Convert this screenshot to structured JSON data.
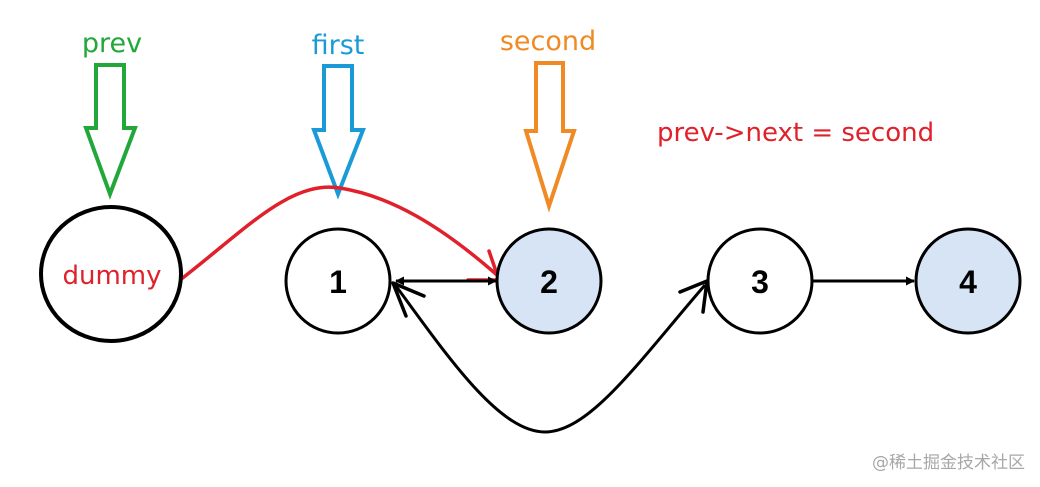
{
  "colors": {
    "prev": "#22a83a",
    "first": "#1a9bd8",
    "second": "#f08a24",
    "red": "#e0212b",
    "node_fill": "#ffffff",
    "node_highlight_fill": "#d6e4f5",
    "stroke": "#000000",
    "watermark": "#a7a7a7"
  },
  "pointers": {
    "prev": "prev",
    "first": "first",
    "second": "second"
  },
  "nodes": {
    "dummy": "dummy",
    "n1": "1",
    "n2": "2",
    "n3": "3",
    "n4": "4"
  },
  "formula": "prev->next = second",
  "watermark": "@稀土掘金技术社区"
}
